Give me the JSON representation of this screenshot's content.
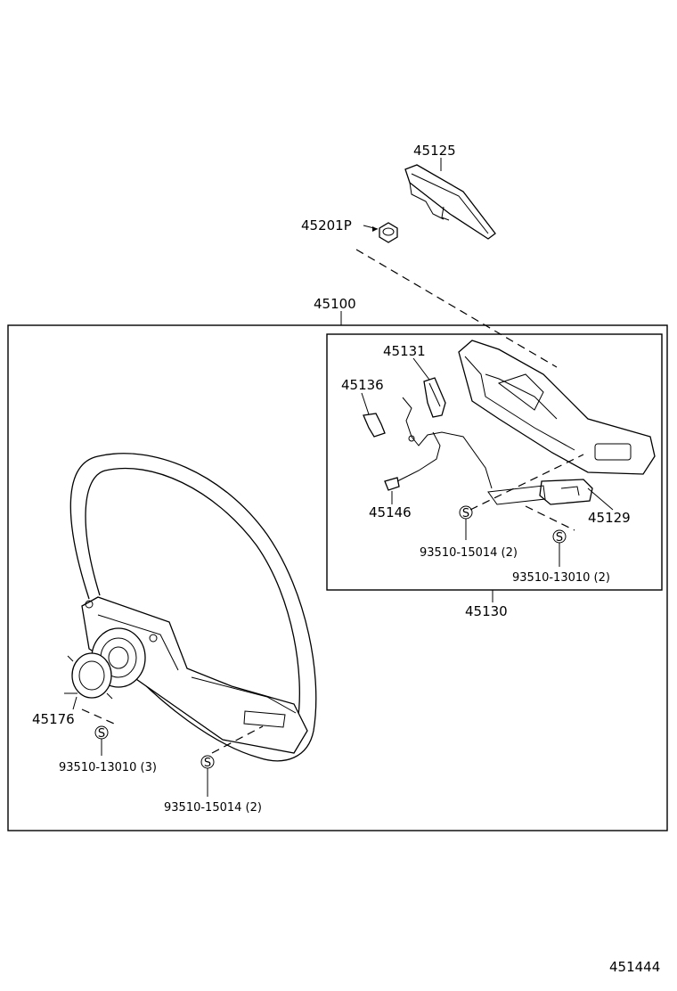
{
  "labels": {
    "p45125": "45125",
    "p45201p": "45201P",
    "p45100": "45100",
    "p45131": "45131",
    "p45136": "45136",
    "p45146": "45146",
    "p45129": "45129",
    "p93510_15014_inner": "93510-15014 (2)",
    "p93510_13010_inner": "93510-13010 (2)",
    "p45130": "45130",
    "p45176": "45176",
    "p93510_13010_outer": "93510-13010 (3)",
    "p93510_15014_outer": "93510-15014 (2)",
    "diagram_id": "451444"
  },
  "screw_symbol": "S"
}
